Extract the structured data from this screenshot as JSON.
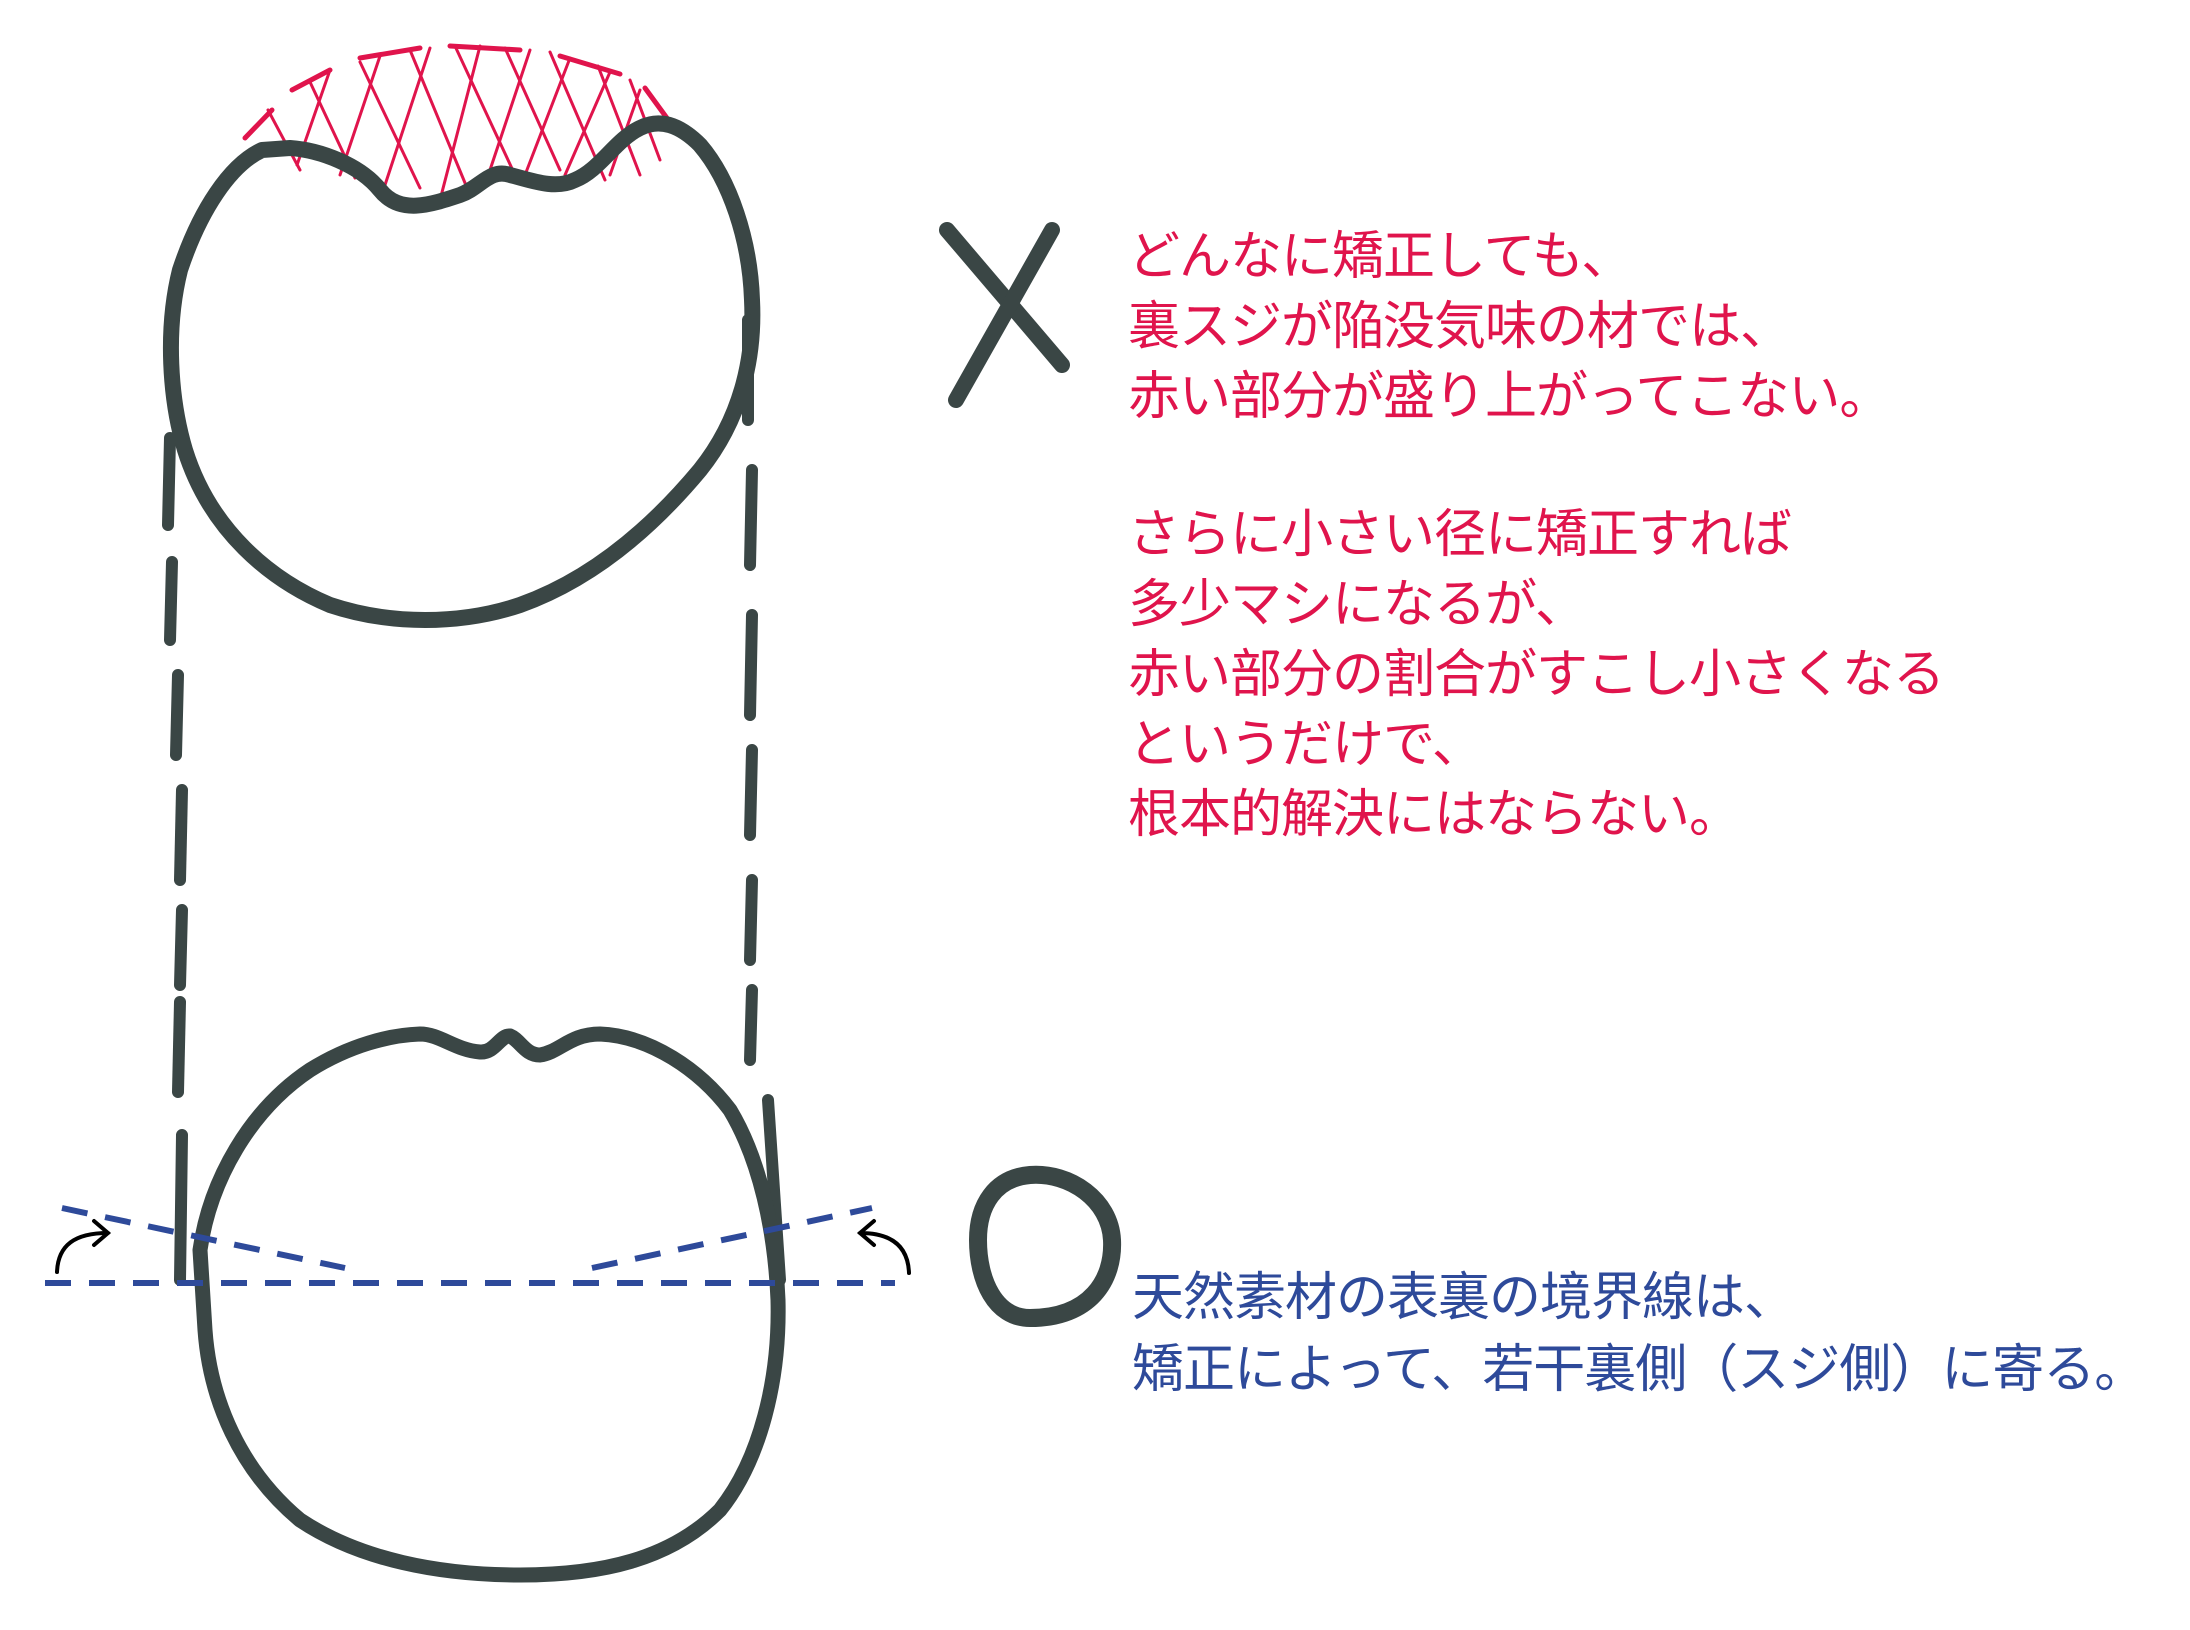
{
  "colors": {
    "annotation_red": "#e0144c",
    "annotation_blue": "#2e4a9a",
    "ink": "#3a4645",
    "hatch": "#e0144c",
    "background": "#ffffff"
  },
  "marks": {
    "bad": {
      "symbol": "X",
      "meaning": "incorrect"
    },
    "good": {
      "symbol": "O",
      "meaning": "correct"
    }
  },
  "notes": {
    "bad_case": {
      "lines": [
        "どんなに矯正しても、",
        "裏スジが陥没気味の材では、",
        "赤い部分が盛り上がってこない。"
      ]
    },
    "bad_case_followup": {
      "lines": [
        "さらに小さい径に矯正すれば",
        "多少マシになるが、",
        "赤い部分の割合がすこし小さくなる",
        "というだけで、",
        "根本的解決にはならない。"
      ]
    },
    "good_case": {
      "lines": [
        "天然素材の表裏の境界線は、",
        "矯正によって、若干裏側（スジ側）に寄る。"
      ]
    }
  },
  "figures": {
    "top": {
      "label": "cross-section with sunken back groove, red hatched missing region"
    },
    "bottom": {
      "label": "cross-section after correction with boundary lines shifting toward back side"
    }
  }
}
